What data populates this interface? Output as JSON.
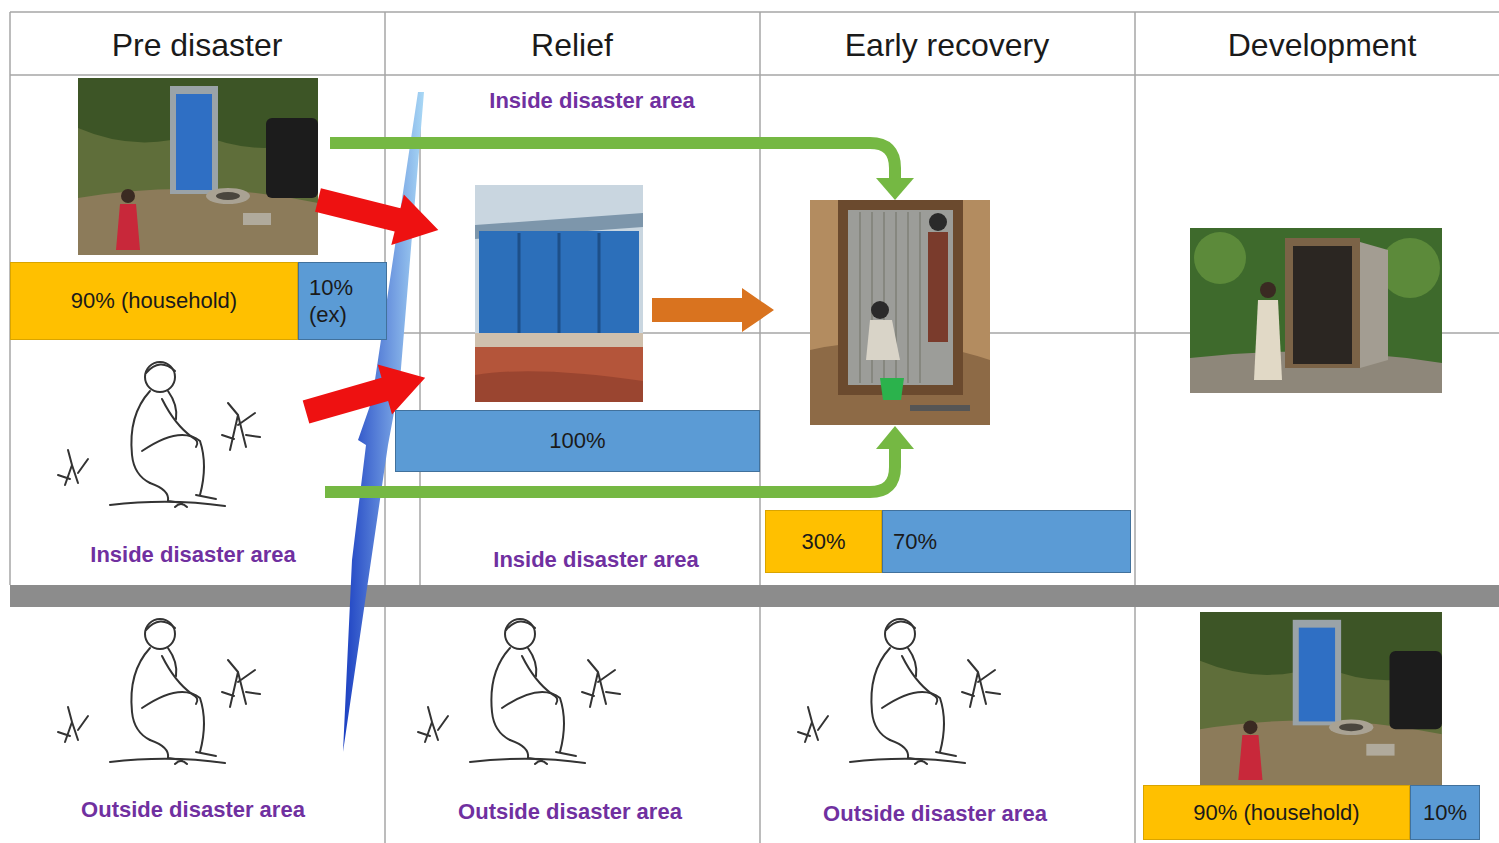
{
  "diagram": {
    "nodes": [
      {
        "text": [
          "90% (household)"
        ]
      },
      {
        "text": [
          "10% (ex)"
        ]
      },
      {
        "text": [
          "100%"
        ]
      },
      {
        "text": [
          "30%"
        ]
      },
      {
        "text": [
          "70%"
        ]
      },
      {
        "text": [
          "90% (household)"
        ]
      },
      {
        "text": [
          "10%"
        ]
      }
    ],
    "labels": [
      "Pre disaster",
      "Relief",
      "Early recovery",
      "Development",
      "Inside disaster area",
      "Inside disaster area",
      "Inside disaster area",
      "Outside disaster area",
      "Outside disaster area",
      "Outside disaster area"
    ]
  }
}
